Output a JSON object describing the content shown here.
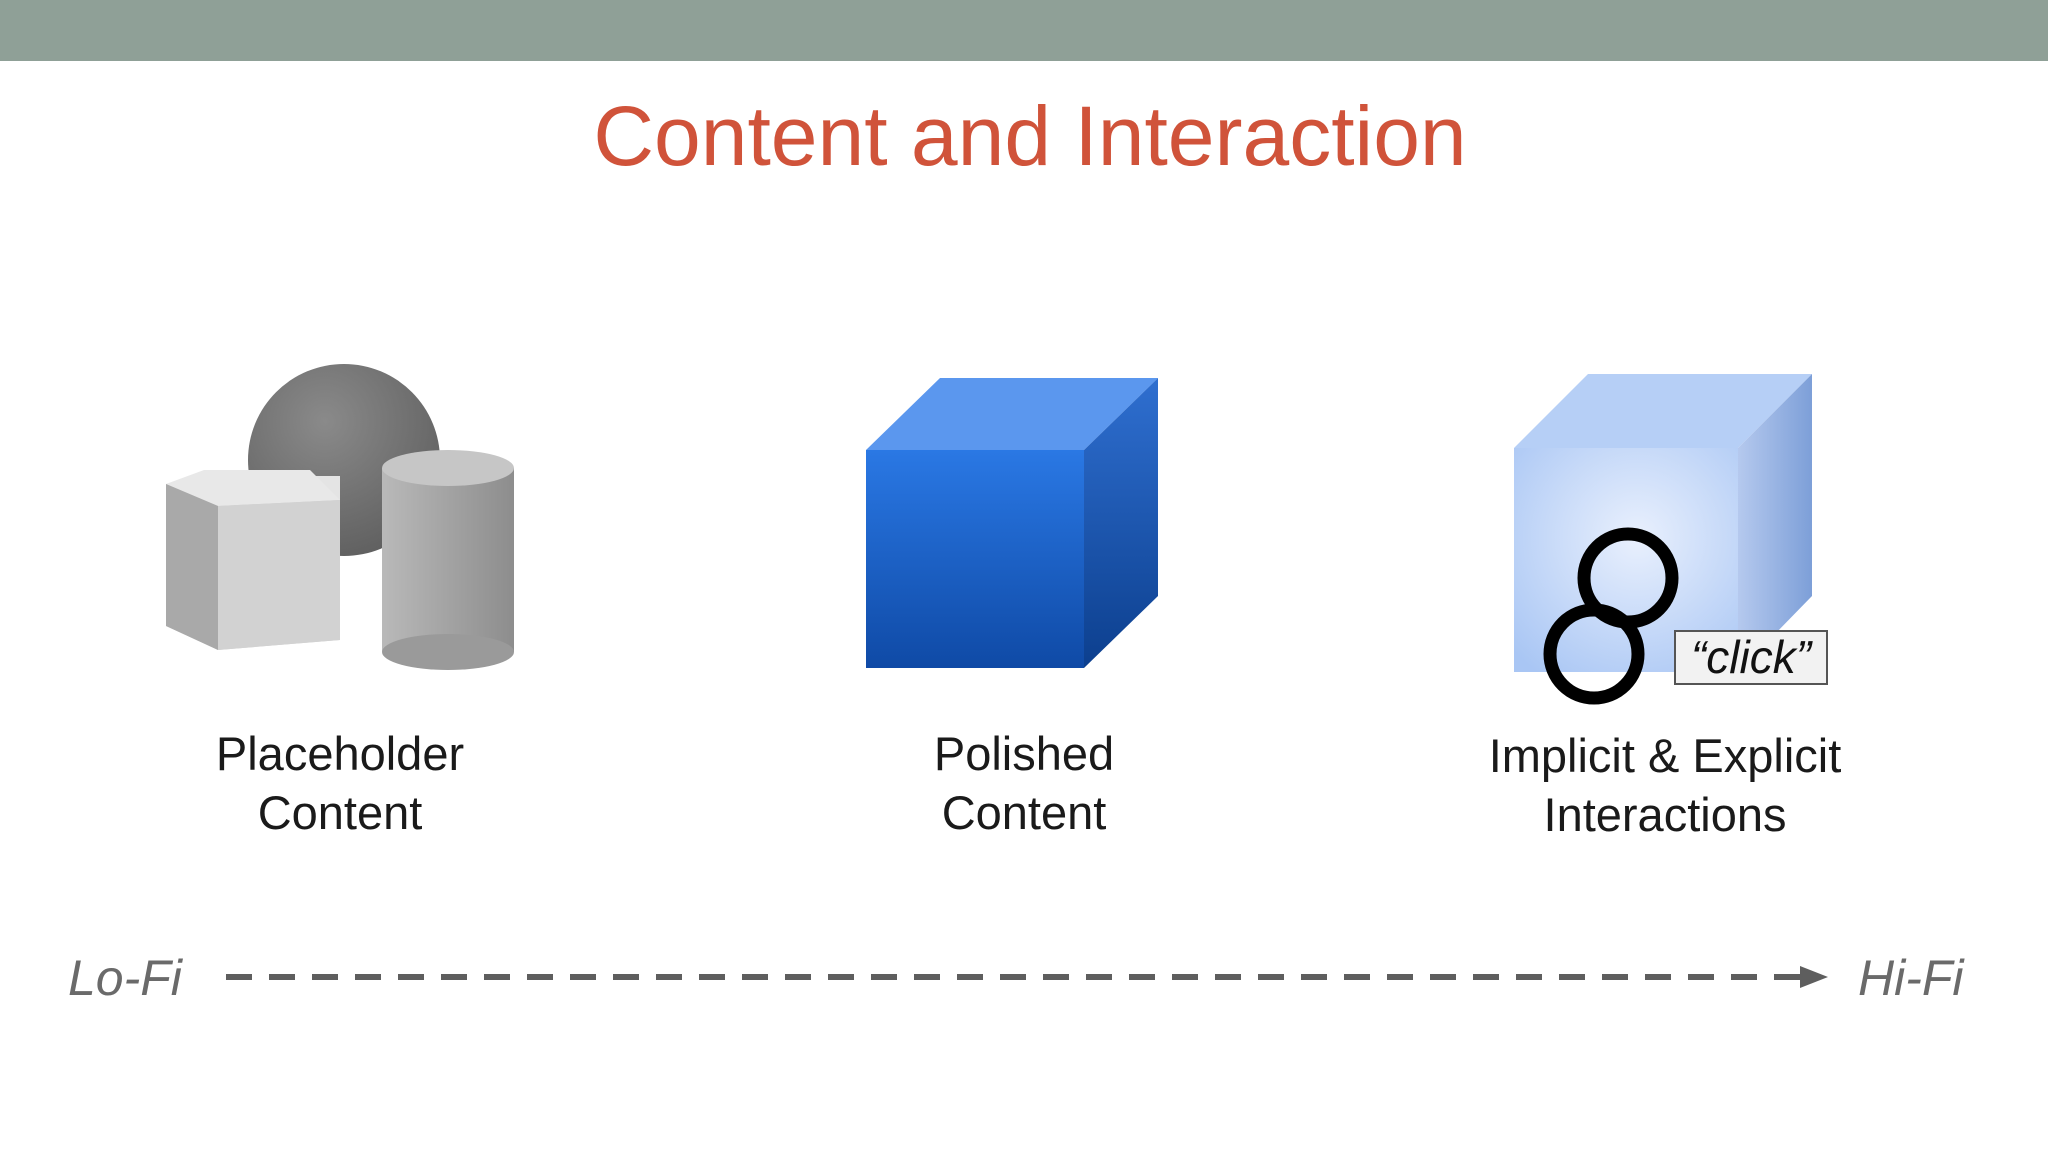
{
  "slide": {
    "title": "Content and Interaction",
    "header_bar_color": "#8fa097",
    "title_color": "#d0533a"
  },
  "stages": [
    {
      "caption_lines": [
        "Placeholder",
        "Content"
      ],
      "icon": "gray-primitive-shapes-icon"
    },
    {
      "caption_lines": [
        "Polished",
        "Content"
      ],
      "icon": "blue-cube-icon"
    },
    {
      "caption_lines": [
        "Implicit & Explicit",
        "Interactions"
      ],
      "icon": "translucent-cube-with-interaction-icon",
      "badge": "“click”"
    }
  ],
  "fidelity_axis": {
    "start_label": "Lo-Fi",
    "end_label": "Hi-Fi"
  }
}
